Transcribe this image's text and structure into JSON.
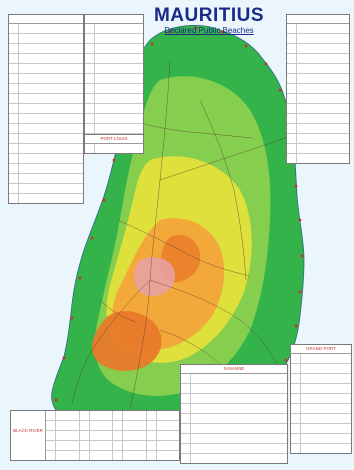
{
  "map": {
    "title": "MAURITIUS",
    "subtitle": "Declared Public Beaches"
  },
  "legends": {
    "pamplemousses": {
      "heading": "",
      "row_count": 18
    },
    "riviere_du_rempart": {
      "heading": "",
      "row_count": 13
    },
    "port_louis": {
      "heading": "PORT LOUIS",
      "row_count": 1
    },
    "flacq": {
      "heading": "",
      "row_count": 14
    },
    "grand_port": {
      "heading": "GRAND PORT",
      "row_count": 10
    },
    "savanne": {
      "heading": "SAVANNE",
      "row_count": 9
    },
    "black_river": {
      "heading": "BLACK RIVER",
      "row_count": 5
    }
  },
  "places": {
    "town_label": ""
  },
  "colors": {
    "sea": "#eaf6fb",
    "lowland": "#33b34a",
    "plain": "#8fd14f",
    "upland": "#e8e23a",
    "highland": "#f2a53a",
    "peak": "#e8792a",
    "urban": "#e7a1a8",
    "title": "#1a2a8a",
    "legend_heading": "#c0392b",
    "beach_marker": "#d62828",
    "road": "#5a3a2a"
  }
}
